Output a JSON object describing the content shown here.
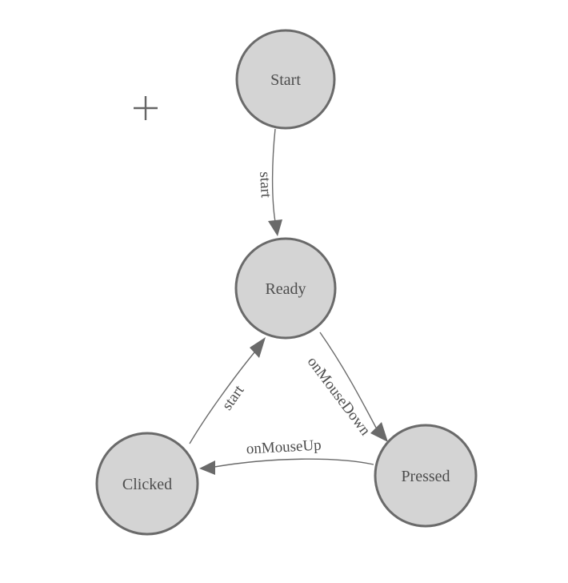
{
  "diagram": {
    "kind": "finite-state-machine",
    "colors": {
      "background": "#ffffff",
      "node_fill": "#d4d4d4",
      "node_stroke": "#6a6a6a",
      "edge_color": "#6a6a6a",
      "text_color": "#4d4d4d"
    },
    "nodes": [
      {
        "id": "start",
        "label": "Start"
      },
      {
        "id": "ready",
        "label": "Ready"
      },
      {
        "id": "clicked",
        "label": "Clicked"
      },
      {
        "id": "pressed",
        "label": "Pressed"
      }
    ],
    "edges": [
      {
        "from": "Start",
        "to": "Ready",
        "label": "start"
      },
      {
        "from": "Ready",
        "to": "Pressed",
        "label": "onMouseDown"
      },
      {
        "from": "Pressed",
        "to": "Clicked",
        "label": "onMouseUp"
      },
      {
        "from": "Clicked",
        "to": "Ready",
        "label": "start"
      }
    ],
    "cursor": {
      "type": "crosshair-plus"
    }
  }
}
